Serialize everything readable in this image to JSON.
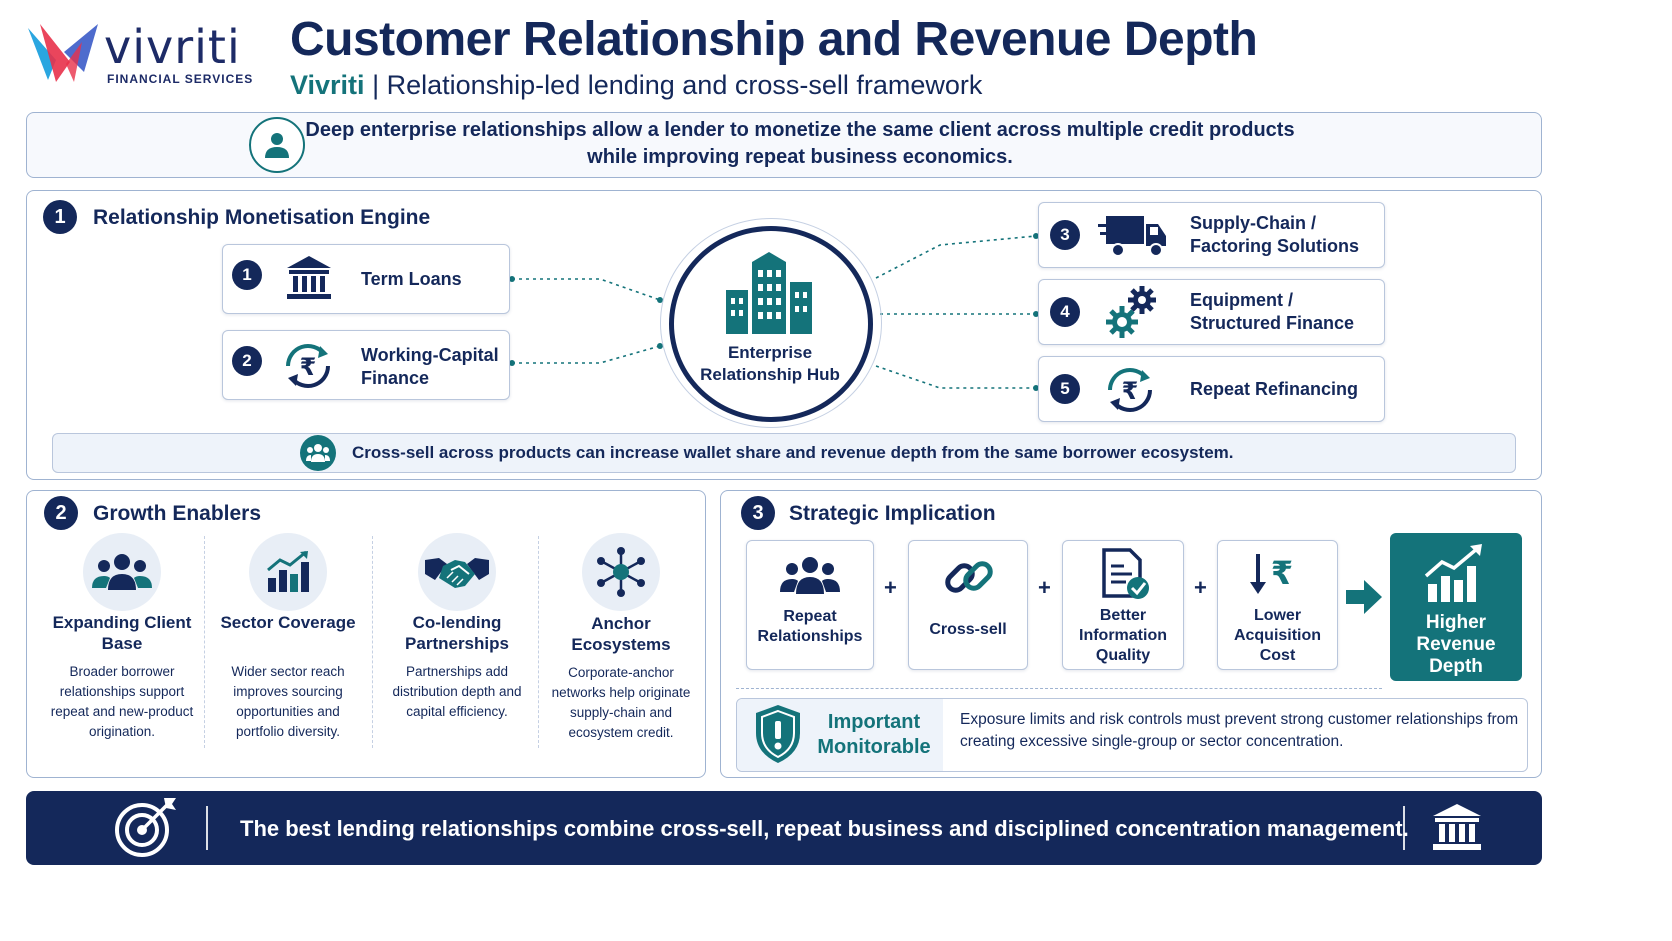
{
  "header": {
    "logo_word": "vivriti",
    "logo_sub": "FINANCIAL SERVICES",
    "title": "Customer Relationship and Revenue Depth",
    "subtitle_brand": "Vivriti",
    "subtitle_sep": "|",
    "subtitle_text": "Relationship-led lending and cross-sell framework"
  },
  "intro": {
    "icon": "user-icon",
    "text": "Deep enterprise relationships allow a lender to monetize the same client across multiple credit products while improving repeat business economics."
  },
  "engine": {
    "number": "1",
    "title": "Relationship Monetisation Engine",
    "hub_label": "Enterprise Relationship Hub",
    "hub_icon": "buildings-icon",
    "left_products": [
      {
        "num": "1",
        "label": "Term Loans",
        "icon": "bank-icon"
      },
      {
        "num": "2",
        "label": "Working-Capital Finance",
        "icon": "rupee-cycle-icon"
      }
    ],
    "right_products": [
      {
        "num": "3",
        "label": "Supply-Chain / Factoring Solutions",
        "icon": "truck-icon"
      },
      {
        "num": "4",
        "label": "Equipment / Structured Finance",
        "icon": "gears-icon"
      },
      {
        "num": "5",
        "label": "Repeat Refinancing",
        "icon": "rupee-cycle-icon"
      }
    ],
    "cross_sell_text": "Cross-sell across products can increase wallet share and revenue depth from the same borrower ecosystem.",
    "cross_sell_icon": "group-icon"
  },
  "growth": {
    "number": "2",
    "title": "Growth Enablers",
    "columns": [
      {
        "title": "Expanding Client Base",
        "desc": "Broader borrower relationships support repeat and new-product origination.",
        "icon": "group-icon"
      },
      {
        "title": "Sector Coverage",
        "desc": "Wider sector reach improves sourcing opportunities and portfolio diversity.",
        "icon": "bar-chart-icon"
      },
      {
        "title": "Co-lending Partnerships",
        "desc": "Partnerships add distribution depth and capital efficiency.",
        "icon": "handshake-icon"
      },
      {
        "title": "Anchor Ecosystems",
        "desc": "Corporate-anchor networks help originate supply-chain and ecosystem credit.",
        "icon": "network-icon"
      }
    ]
  },
  "strategic": {
    "number": "3",
    "title": "Strategic Implication",
    "items": [
      {
        "label": "Repeat Relationships",
        "icon": "group-icon"
      },
      {
        "label": "Cross-sell",
        "icon": "link-icon"
      },
      {
        "label": "Better Information Quality",
        "icon": "document-check-icon"
      },
      {
        "label": "Lower Acquisition Cost",
        "icon": "rupee-down-icon"
      }
    ],
    "plus": "+",
    "result": {
      "label": "Higher Revenue Depth",
      "icon": "growth-chart-icon"
    },
    "monitor": {
      "title": "Important Monitorable",
      "text": "Exposure limits and risk controls must prevent strong customer relationships from creating excessive single-group or sector concentration.",
      "icon": "shield-icon"
    }
  },
  "footer": {
    "text": "The best lending relationships combine cross-sell, repeat business and disciplined concentration management.",
    "left_icon": "target-icon",
    "right_icon": "bank-icon"
  },
  "colors": {
    "navy": "#14285a",
    "teal": "#14737a",
    "border": "#9fb3d1",
    "light": "#eef3fa"
  }
}
